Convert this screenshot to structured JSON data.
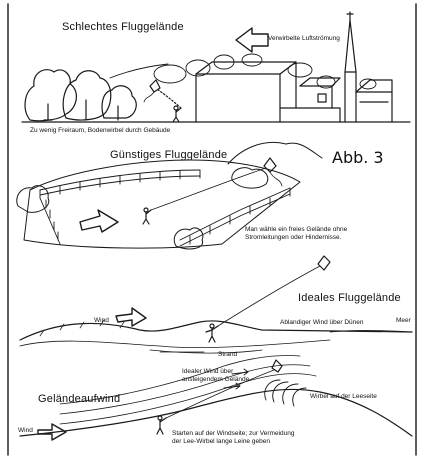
{
  "figure_label": "Abb. 3",
  "panels": [
    {
      "title": "Schlechtes Fluggelände",
      "labels": {
        "air": "Verwirbelte Luftströmung",
        "ground": "Zu wenig Freiraum, Bodenwirbel durch Gebäude"
      }
    },
    {
      "title": "Günstiges Fluggelände",
      "labels": {
        "advice": "Man wähle ein freies Gelände ohne\nStromleitungen oder Hindernisse."
      }
    },
    {
      "title": "Ideales Fluggelände",
      "labels": {
        "wind": "Wind",
        "downwind": "Ablandiger Wind über Dünen",
        "sea": "Meer",
        "beach": "Strand"
      }
    },
    {
      "title": "Geländeaufwind",
      "labels": {
        "ideal": "Idealer Wind über\nansteigendem Gelände",
        "lee": "Wirbel auf der Leeseite",
        "wind": "Wind",
        "start": "Starten auf der Windseite; zur Vermeidung\nder Lee-Wirbel lange Leine geben"
      }
    }
  ]
}
